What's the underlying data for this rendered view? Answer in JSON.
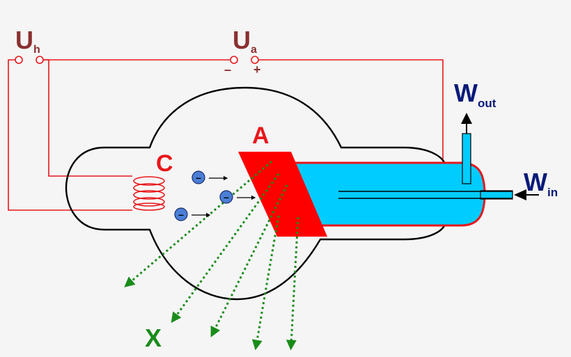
{
  "labels": {
    "heater_voltage": {
      "main": "U",
      "sub": "h"
    },
    "anode_voltage": {
      "main": "U",
      "sub": "a",
      "minus": "–",
      "plus": "+"
    },
    "cathode": "C",
    "anode": "A",
    "xray": "X",
    "water_out": {
      "main": "W",
      "sub": "out"
    },
    "water_in": {
      "main": "W",
      "sub": "in"
    },
    "electron_sign": "–"
  },
  "colors": {
    "background": "#f5f5f5",
    "circuit_wire": "#e8171b",
    "voltage_label": "#8b3030",
    "anode": "#ff0000",
    "coolant": "#00ccff",
    "electron": "#4a7fd6",
    "xray_beam": "#1a8c1a",
    "water_label": "#0a1a7a",
    "outline": "#000000"
  }
}
